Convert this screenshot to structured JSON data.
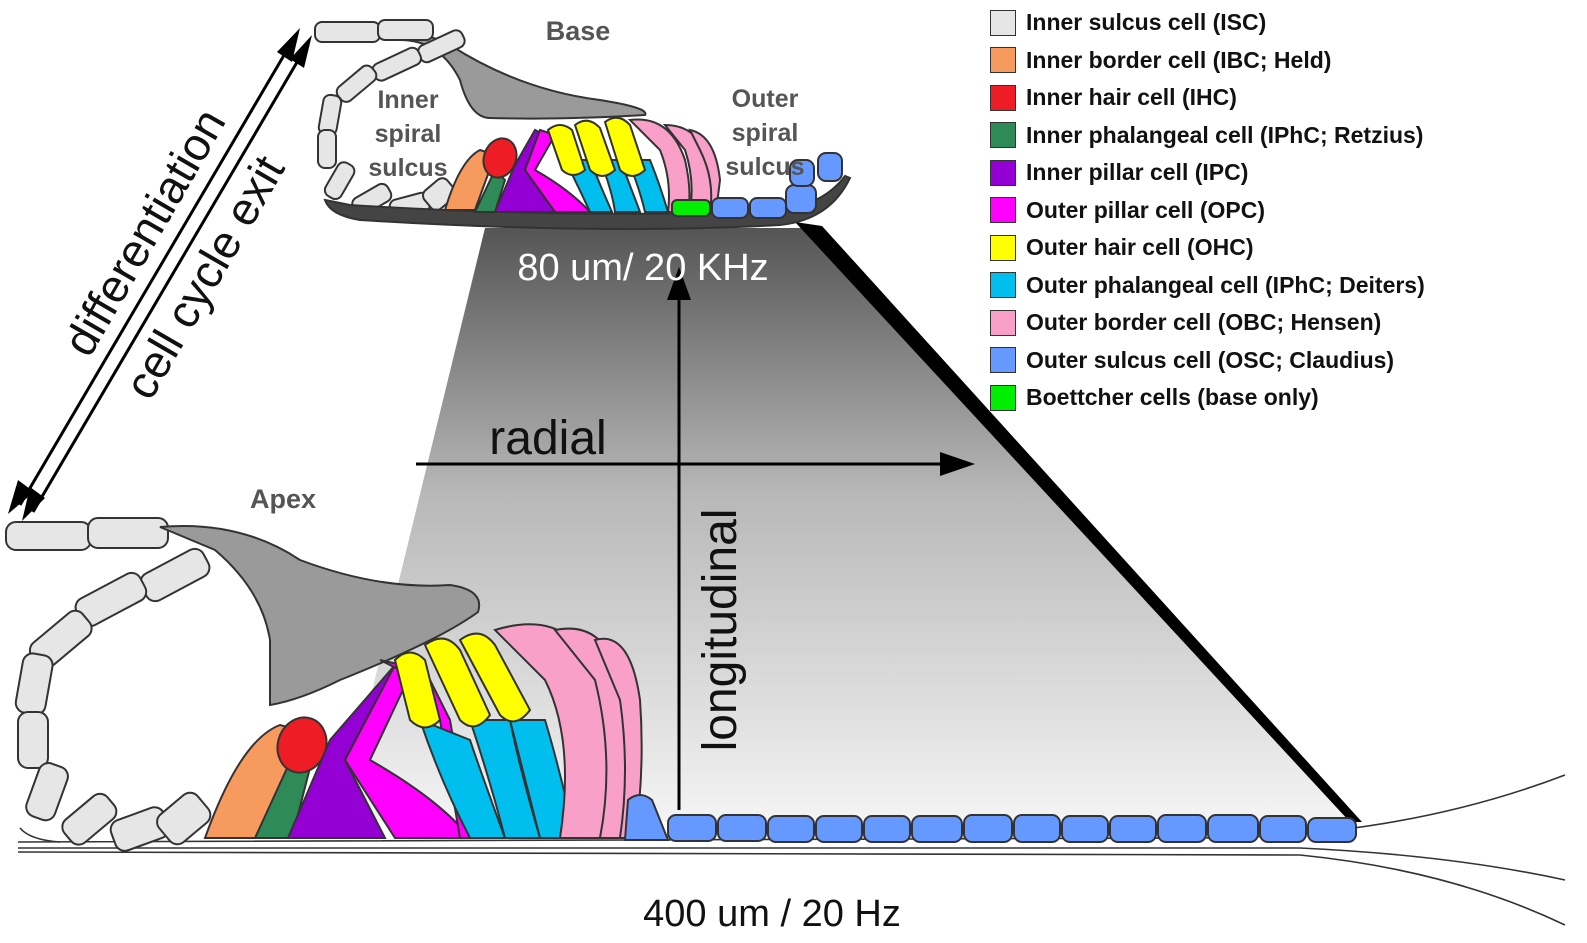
{
  "labels": {
    "base": "Base",
    "apex": "Apex",
    "inner_sulcus": [
      "Inner",
      "spiral",
      "sulcus"
    ],
    "outer_sulcus": [
      "Outer",
      "spiral",
      "sulcus"
    ],
    "base_measure": "80 um/ 20 KHz",
    "apex_measure": "400 um / 20 Hz",
    "radial": "radial",
    "longitudinal": "longitudinal",
    "differentiation": "differentiation",
    "cell_cycle_exit": "cell cycle exit"
  },
  "legend": [
    {
      "label": "Inner sulcus cell (ISC)",
      "color": "#e6e6e6"
    },
    {
      "label": "Inner border cell (IBC; Held)",
      "color": "#f79a5e"
    },
    {
      "label": "Inner hair cell (IHC)",
      "color": "#ee1c24"
    },
    {
      "label": "Inner phalangeal cell (IPhC; Retzius)",
      "color": "#2e8b57"
    },
    {
      "label": "Inner pillar cell (IPC)",
      "color": "#9400d3"
    },
    {
      "label": "Outer pillar cell (OPC)",
      "color": "#ff00ff"
    },
    {
      "label": "Outer hair cell (OHC)",
      "color": "#ffff00"
    },
    {
      "label": "Outer phalangeal cell (IPhC; Deiters)",
      "color": "#00bfef"
    },
    {
      "label": "Outer border cell (OBC; Hensen)",
      "color": "#f8a0c8"
    },
    {
      "label": "Outer sulcus cell (OSC; Claudius)",
      "color": "#6699ff"
    },
    {
      "label": "Boettcher cells (base only)",
      "color": "#00ee00"
    }
  ]
}
